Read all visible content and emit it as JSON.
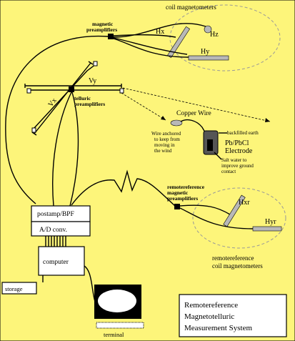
{
  "colors": {
    "background": "#fdf57a",
    "ink": "#000000",
    "sensor_fill": "#b8b8b8",
    "ellipse_stroke": "#999999"
  },
  "labels": {
    "coil_magnetometers": "coil magnetometers",
    "magnetic_preamplifiers_1": "magnetic",
    "magnetic_preamplifiers_2": "preamplifiers",
    "hx": "Hx",
    "hz": "Hz",
    "hy": "Hy",
    "vy": "Vy",
    "vx": "Vx",
    "telluric_preamplifiers_1": "telluric",
    "telluric_preamplifiers_2": "preamplifiers",
    "copper_wire": "Copper Wire",
    "wire_anchored_1": "Wire anchored",
    "wire_anchored_2": "to keep from",
    "wire_anchored_3": "moving in",
    "wire_anchored_4": "the wind",
    "backfilled_earth": "backfilled earth",
    "electrode_1": "Pb/PbCl",
    "electrode_2": "Electrode",
    "salt_water_1": "Salt water to",
    "salt_water_2": "improve ground",
    "salt_water_3": "contact",
    "remote_preamps_1": "remotereference",
    "remote_preamps_2": "magnetic",
    "remote_preamps_3": "preamplifiers",
    "hxr": "Hxr",
    "hyr": "Hyr",
    "remote_coils_1": "remotereference",
    "remote_coils_2": "coil magnetometers",
    "postamp": "postamp/BPF",
    "ad_conv": "A/D conv.",
    "computer": "computer",
    "storage": "storage",
    "terminal": "terminal",
    "title_1": "Remotereference",
    "title_2": "Magnetotelluric",
    "title_3": "Measurement System"
  }
}
